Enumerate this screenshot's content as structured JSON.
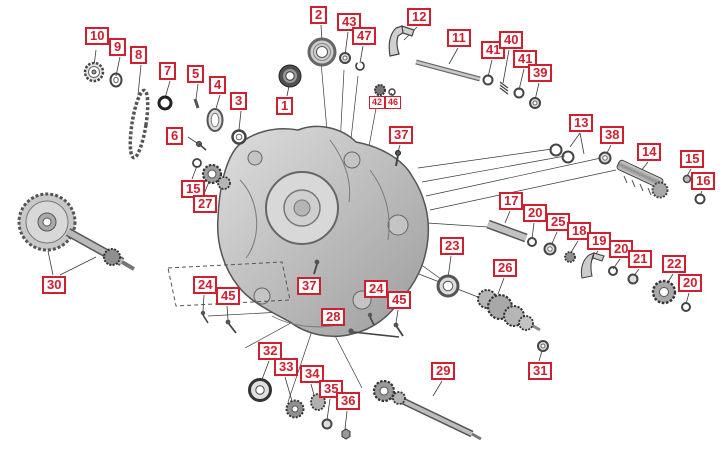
{
  "diagram": {
    "accent_color": "#cf2030",
    "leader_line_color": "#3a3a3a",
    "housing_fill_light": "#d9d9d9",
    "housing_fill_dark": "#a3a3a3"
  },
  "callouts": [
    {
      "label": "10"
    },
    {
      "label": "9"
    },
    {
      "label": "8"
    },
    {
      "label": "2"
    },
    {
      "label": "43"
    },
    {
      "label": "47"
    },
    {
      "label": "12"
    },
    {
      "label": "11"
    },
    {
      "label": "41"
    },
    {
      "label": "40"
    },
    {
      "label": "41"
    },
    {
      "label": "39"
    },
    {
      "label": "7"
    },
    {
      "label": "5"
    },
    {
      "label": "4"
    },
    {
      "label": "3"
    },
    {
      "label": "1"
    },
    {
      "label": "6"
    },
    {
      "label": "42"
    },
    {
      "label": "46"
    },
    {
      "label": "37"
    },
    {
      "label": "13"
    },
    {
      "label": "38"
    },
    {
      "label": "14"
    },
    {
      "label": "15"
    },
    {
      "label": "16"
    },
    {
      "label": "15"
    },
    {
      "label": "27"
    },
    {
      "label": "17"
    },
    {
      "label": "20"
    },
    {
      "label": "25"
    },
    {
      "label": "18"
    },
    {
      "label": "19"
    },
    {
      "label": "20"
    },
    {
      "label": "21"
    },
    {
      "label": "22"
    },
    {
      "label": "20"
    },
    {
      "label": "23"
    },
    {
      "label": "26"
    },
    {
      "label": "30"
    },
    {
      "label": "24"
    },
    {
      "label": "45"
    },
    {
      "label": "37"
    },
    {
      "label": "24"
    },
    {
      "label": "45"
    },
    {
      "label": "28"
    },
    {
      "label": "32"
    },
    {
      "label": "33"
    },
    {
      "label": "34"
    },
    {
      "label": "35"
    },
    {
      "label": "36"
    },
    {
      "label": "29"
    },
    {
      "label": "31"
    }
  ]
}
